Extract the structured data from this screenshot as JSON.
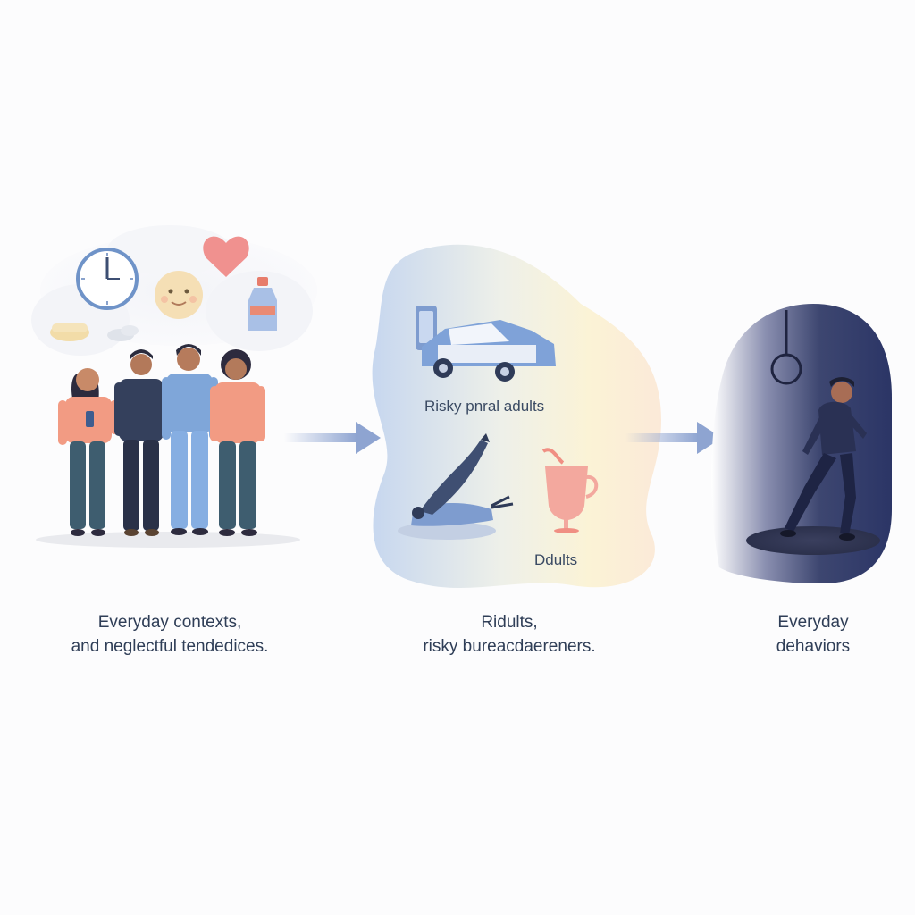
{
  "stages": [
    {
      "caption_line1": "Everyday contexts,",
      "caption_line2": "and neglectful tendedices.",
      "icons": [
        "clock-icon",
        "baby-face-icon",
        "heart-icon",
        "bottle-icon",
        "food-bowl-icon",
        "cloud-icon"
      ]
    },
    {
      "label_top": "Risky pnral adults",
      "label_bottom": "Ddults",
      "caption_line1": "Ridults,",
      "caption_line2": "risky bureacdaereners.",
      "icons": [
        "phone-icon",
        "car-icon",
        "fallen-person-icon",
        "cocktail-glass-icon"
      ]
    },
    {
      "caption_line1": "Everyday",
      "caption_line2": "dehaviors",
      "icons": [
        "noose-icon",
        "walking-person-icon"
      ]
    }
  ],
  "colors": {
    "arrow": "#8ea4d1",
    "text": "#2f3e57",
    "navy": "#2e3a5c",
    "coral": "#f0927f",
    "blue": "#7fa6d9"
  }
}
